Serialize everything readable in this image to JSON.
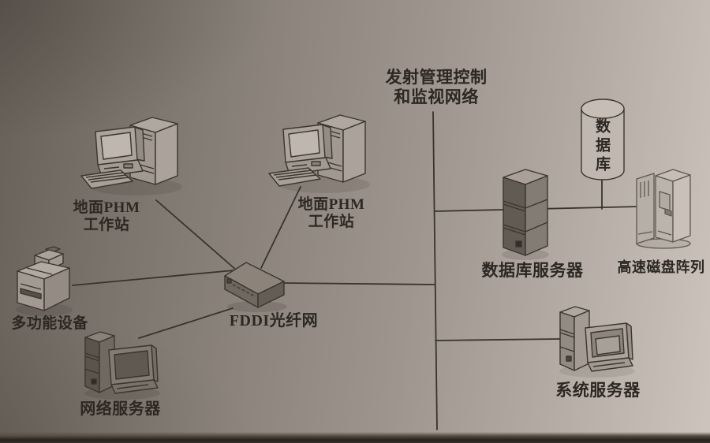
{
  "title": {
    "line1": "发射管理控制",
    "line2": "和监视网络"
  },
  "nodes": {
    "workstation1": {
      "icon": "desktop-workstation-icon",
      "label_line1": "地面PHM",
      "label_line2": "工作站"
    },
    "workstation2": {
      "icon": "desktop-workstation-icon",
      "label_line1": "地面PHM",
      "label_line2": "工作站"
    },
    "fddi_hub": {
      "icon": "network-hub-icon",
      "label": "FDDI光纤网"
    },
    "printer": {
      "icon": "multifunction-printer-icon",
      "label": "多功能设备"
    },
    "network_server": {
      "icon": "tower-with-monitor-icon",
      "label": "网络服务器"
    },
    "database": {
      "icon": "database-cylinder-icon",
      "label": "数据库"
    },
    "database_server": {
      "icon": "server-tower-icon",
      "label": "数据库服务器"
    },
    "disk_array": {
      "icon": "disk-array-icon",
      "label": "高速磁盘阵列"
    },
    "system_server": {
      "icon": "tower-with-monitor-icon",
      "label": "系统服务器"
    }
  },
  "palette": {
    "ink": "#2c2722",
    "connector_line": "#39332d",
    "paper_dark": "#676059",
    "paper_light": "#cdc5bd"
  }
}
